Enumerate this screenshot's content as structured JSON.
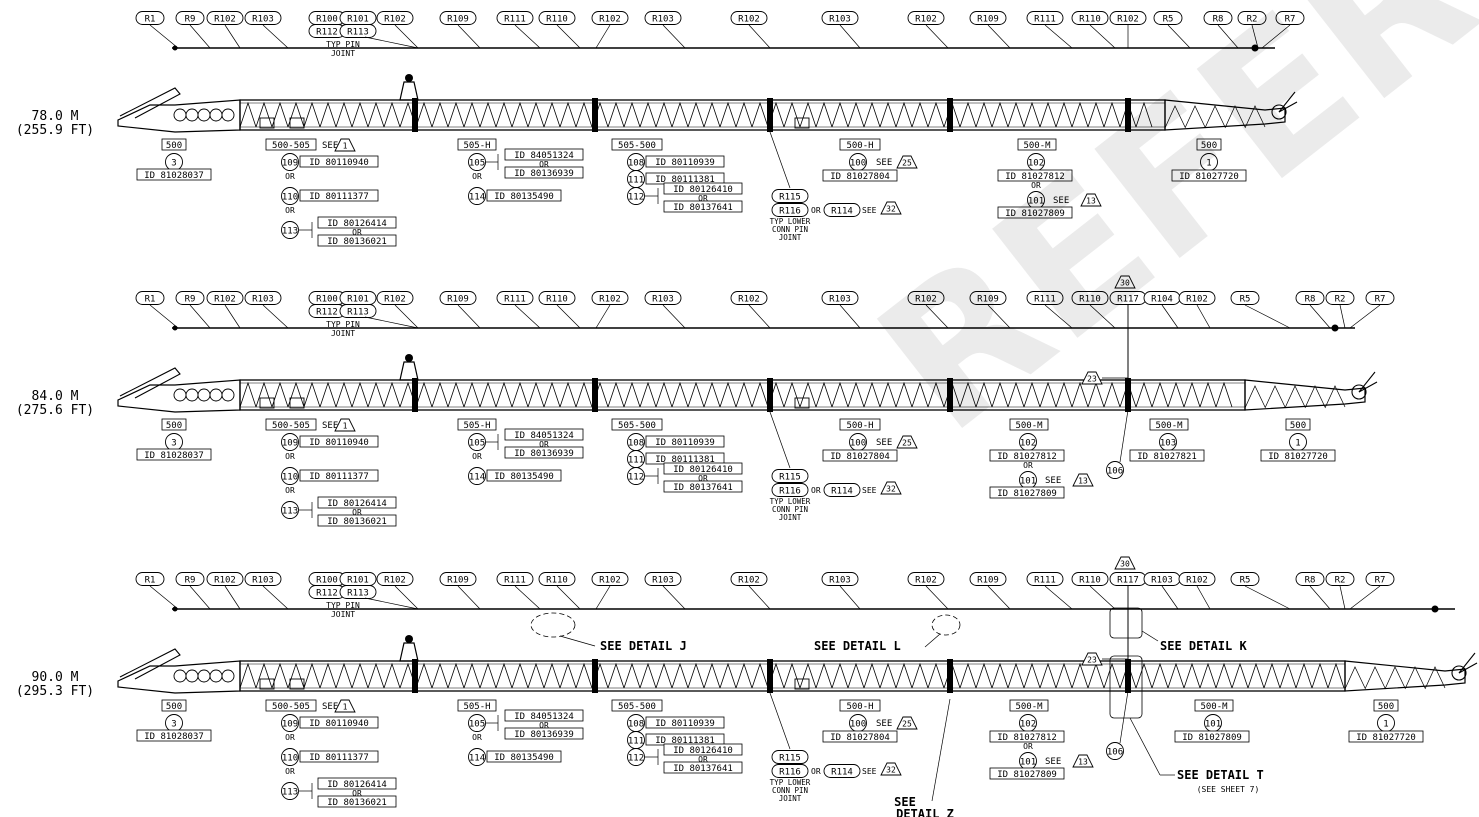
{
  "watermark": "REFERENCE ONLY!",
  "booms": [
    {
      "length_m": "78.0 M",
      "length_ft": "(255.9 FT)",
      "refs": [
        "R1",
        "R9",
        "R102",
        "R103",
        "R100",
        "R101",
        "R102",
        "R109",
        "R111",
        "R110",
        "R102",
        "R103",
        "R102",
        "R103",
        "R102",
        "R109",
        "R111",
        "R110",
        "R102",
        "R5",
        "R8",
        "R2",
        "R7"
      ],
      "refs_sub": [
        "R112",
        "R113"
      ],
      "pin_note": [
        "TYP PIN",
        "JOINT"
      ],
      "sections": [
        {
          "label": "500",
          "item": "3",
          "ids": [
            "ID 81028037"
          ]
        },
        {
          "label": "500-505",
          "see": "1",
          "items": [
            {
              "n": "109",
              "ids": [
                "ID 80110940"
              ]
            },
            {
              "n": "110",
              "ids": [
                "ID 80111377"
              ]
            },
            {
              "n": "113",
              "ids": [
                "ID 80126414",
                "ID 80136021"
              ]
            }
          ]
        },
        {
          "label": "505-H",
          "items": [
            {
              "n": "105",
              "ids": [
                "ID 84051324",
                "ID 80136939"
              ]
            },
            {
              "n": "114",
              "ids": [
                "ID 80135490"
              ]
            }
          ]
        },
        {
          "label": "505-500",
          "items": [
            {
              "n": "108",
              "ids": [
                "ID 80110939"
              ]
            },
            {
              "n": "111",
              "ids": [
                "ID 80111381"
              ]
            },
            {
              "n": "112",
              "ids": [
                "ID 80126410",
                "ID 80137641"
              ]
            }
          ]
        },
        {
          "label": "500-H",
          "item": "100",
          "see": "25",
          "ids": [
            "ID 81027804"
          ]
        },
        {
          "label": "500-M",
          "item": "102",
          "ids": [
            "ID 81027812"
          ],
          "alt_item": "101",
          "alt_see": "13",
          "alt_ids": [
            "ID 81027809"
          ]
        },
        {
          "label": "500",
          "item": "1",
          "ids": [
            "ID 81027720"
          ]
        }
      ],
      "lower": {
        "a": "R115",
        "b": "R116",
        "c": "R114",
        "see": "32",
        "note": [
          "TYP LOWER",
          "CONN PIN",
          "JOINT"
        ]
      }
    },
    {
      "length_m": "84.0 M",
      "length_ft": "(275.6 FT)",
      "refs": [
        "R1",
        "R9",
        "R102",
        "R103",
        "R100",
        "R101",
        "R102",
        "R109",
        "R111",
        "R110",
        "R102",
        "R103",
        "R102",
        "R103",
        "R102",
        "R109",
        "R111",
        "R110",
        "R117",
        "R104",
        "R102",
        "R5",
        "R8",
        "R2",
        "R7"
      ],
      "refs_sub": [
        "R112",
        "R113"
      ],
      "tri_top": "30",
      "tri_side": "23",
      "item_106": "106",
      "pin_note": [
        "TYP PIN",
        "JOINT"
      ],
      "sections": [
        {
          "label": "500",
          "item": "3",
          "ids": [
            "ID 81028037"
          ]
        },
        {
          "label": "500-505",
          "see": "1",
          "items": [
            {
              "n": "109",
              "ids": [
                "ID 80110940"
              ]
            },
            {
              "n": "110",
              "ids": [
                "ID 80111377"
              ]
            },
            {
              "n": "113",
              "ids": [
                "ID 80126414",
                "ID 80136021"
              ]
            }
          ]
        },
        {
          "label": "505-H",
          "items": [
            {
              "n": "105",
              "ids": [
                "ID 84051324",
                "ID 80136939"
              ]
            },
            {
              "n": "114",
              "ids": [
                "ID 80135490"
              ]
            }
          ]
        },
        {
          "label": "505-500",
          "items": [
            {
              "n": "108",
              "ids": [
                "ID 80110939"
              ]
            },
            {
              "n": "111",
              "ids": [
                "ID 80111381"
              ]
            },
            {
              "n": "112",
              "ids": [
                "ID 80126410",
                "ID 80137641"
              ]
            }
          ]
        },
        {
          "label": "500-H",
          "item": "100",
          "see": "25",
          "ids": [
            "ID 81027804"
          ]
        },
        {
          "label": "500-M",
          "item": "102",
          "ids": [
            "ID 81027812"
          ],
          "alt_item": "101",
          "alt_see": "13",
          "alt_ids": [
            "ID 81027809"
          ]
        },
        {
          "label": "500-M",
          "item": "103",
          "ids": [
            "ID 81027821"
          ]
        },
        {
          "label": "500",
          "item": "1",
          "ids": [
            "ID 81027720"
          ]
        }
      ],
      "lower": {
        "a": "R115",
        "b": "R116",
        "c": "R114",
        "see": "32",
        "note": [
          "TYP LOWER",
          "CONN PIN",
          "JOINT"
        ]
      }
    },
    {
      "length_m": "90.0 M",
      "length_ft": "(295.3 FT)",
      "refs": [
        "R1",
        "R9",
        "R102",
        "R103",
        "R100",
        "R101",
        "R102",
        "R109",
        "R111",
        "R110",
        "R102",
        "R103",
        "R102",
        "R103",
        "R102",
        "R109",
        "R111",
        "R110",
        "R117",
        "R103",
        "R102",
        "R5",
        "R8",
        "R2",
        "R7"
      ],
      "refs_sub": [
        "R112",
        "R113"
      ],
      "tri_top": "30",
      "tri_side": "23",
      "item_106": "106",
      "pin_note": [
        "TYP PIN",
        "JOINT"
      ],
      "details": {
        "j": "SEE DETAIL J",
        "l": "SEE DETAIL L",
        "k": "SEE DETAIL K",
        "t": "SEE DETAIL T",
        "t_sub": "(SEE SHEET 7)",
        "z1": "SEE",
        "z2": "DETAIL Z"
      },
      "sections": [
        {
          "label": "500",
          "item": "3",
          "ids": [
            "ID 81028037"
          ]
        },
        {
          "label": "500-505",
          "see": "1",
          "items": [
            {
              "n": "109",
              "ids": [
                "ID 80110940"
              ]
            },
            {
              "n": "110",
              "ids": [
                "ID 80111377"
              ]
            },
            {
              "n": "113",
              "ids": [
                "ID 80126414",
                "ID 80136021"
              ]
            }
          ]
        },
        {
          "label": "505-H",
          "items": [
            {
              "n": "105",
              "ids": [
                "ID 84051324",
                "ID 80136939"
              ]
            },
            {
              "n": "114",
              "ids": [
                "ID 80135490"
              ]
            }
          ]
        },
        {
          "label": "505-500",
          "items": [
            {
              "n": "108",
              "ids": [
                "ID 80110939"
              ]
            },
            {
              "n": "111",
              "ids": [
                "ID 80111381"
              ]
            },
            {
              "n": "112",
              "ids": [
                "ID 80126410",
                "ID 80137641"
              ]
            }
          ]
        },
        {
          "label": "500-H",
          "item": "100",
          "see": "25",
          "ids": [
            "ID 81027804"
          ]
        },
        {
          "label": "500-M",
          "item": "102",
          "ids": [
            "ID 81027812"
          ],
          "alt_item": "101",
          "alt_see": "13",
          "alt_ids": [
            "ID 81027809"
          ]
        },
        {
          "label": "500-M",
          "item": "101",
          "ids": [
            "ID 81027809"
          ]
        },
        {
          "label": "500",
          "item": "1",
          "ids": [
            "ID 81027720"
          ]
        }
      ],
      "lower": {
        "a": "R115",
        "b": "R116",
        "c": "R114",
        "see": "32",
        "note": [
          "TYP LOWER",
          "CONN PIN",
          "JOINT"
        ]
      }
    }
  ],
  "or_word": "OR",
  "see_word": "SEE"
}
